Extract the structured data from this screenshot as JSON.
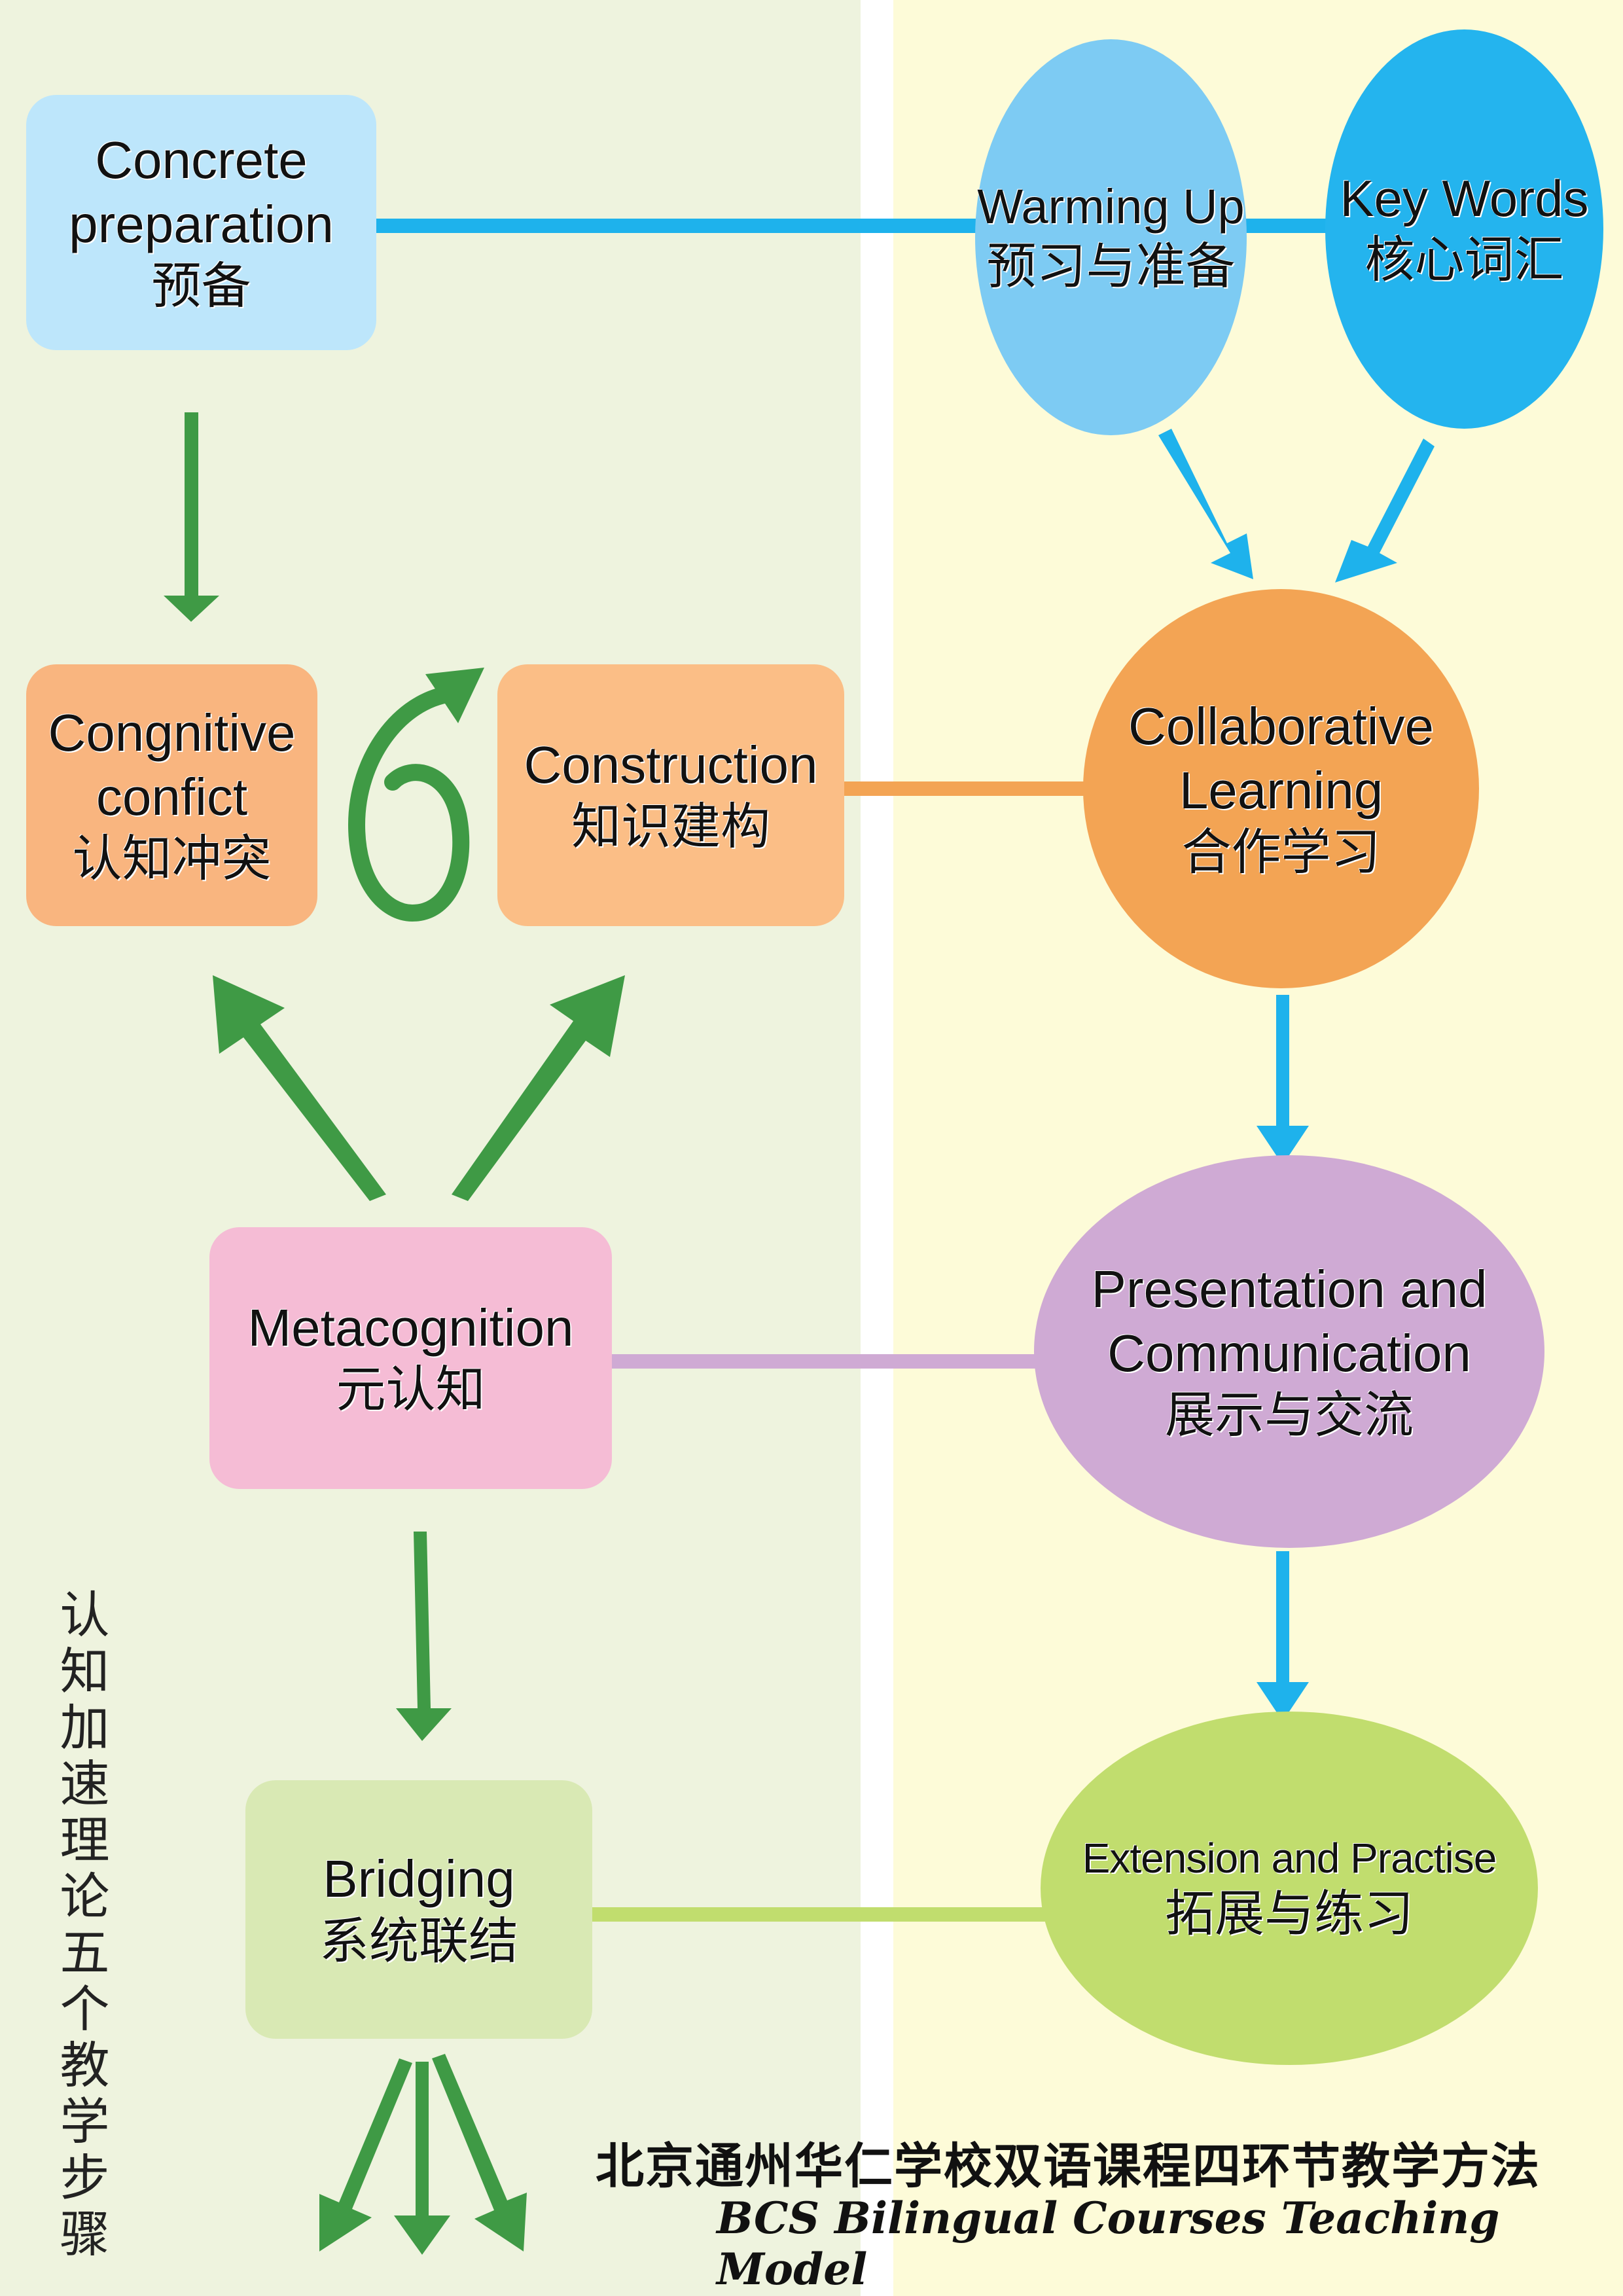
{
  "colors": {
    "left_background": "#eef3de",
    "right_background": "#fdfbd8",
    "green_arrow": "#3f9a45",
    "blue_arrow": "#1eb2ec",
    "concrete": "#bde6fb",
    "warming_up": "#7dcbf3",
    "key_words": "#24b4ee",
    "conflict": "#f9b57f",
    "construction": "#fbbe86",
    "collaborative": "#f3a454",
    "metacognition": "#f5bcd5",
    "presentation": "#cfaad4",
    "bridging": "#d9e9b4",
    "extension": "#c1dd6e"
  },
  "left_steps": {
    "concrete": {
      "en1": "Concrete",
      "en2": "preparation",
      "zh": "预备"
    },
    "conflict": {
      "en1": "Congnitive",
      "en2": "confict",
      "zh": "认知冲突"
    },
    "construction": {
      "en": "Construction",
      "zh": "知识建构"
    },
    "metacognition": {
      "en": "Metacognition",
      "zh": "元认知"
    },
    "bridging": {
      "en": "Bridging",
      "zh": "系统联结"
    }
  },
  "right_steps": {
    "warming_up": {
      "en": "Warming Up",
      "zh": "预习与准备"
    },
    "key_words": {
      "en": "Key Words",
      "zh": "核心词汇"
    },
    "collaborative": {
      "en1": "Collaborative",
      "en2": "Learning",
      "zh": "合作学习"
    },
    "presentation": {
      "en1": "Presentation and",
      "en2": "Communication",
      "zh": "展示与交流"
    },
    "extension": {
      "en": "Extension and Practise",
      "zh": "拓展与练习"
    }
  },
  "vertical_title": "认知加速理论五个教学步骤",
  "footer": {
    "zh": "北京通州华仁学校双语课程四环节教学方法",
    "en": "BCS Bilingual Courses Teaching Model"
  }
}
